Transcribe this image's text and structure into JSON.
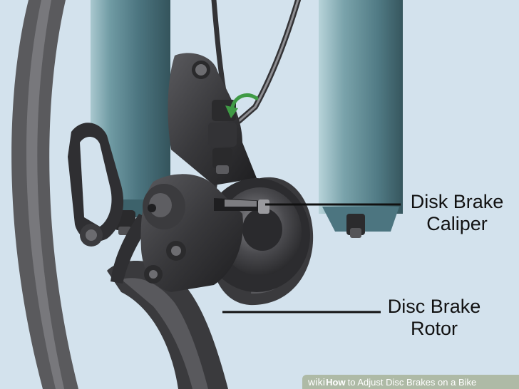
{
  "illustration": {
    "subject": "bicycle-disc-brake",
    "colors": {
      "background": "#d3e2ed",
      "fork": "#5e8a94",
      "metal_dark": "#2e2e30",
      "metal_mid": "#4a4a4d",
      "tire": "#5a5a5d",
      "arrow": "#3f9a45"
    }
  },
  "labels": {
    "caliper": [
      "Disk Brake",
      "Caliper"
    ],
    "rotor": [
      "Disc Brake",
      "Rotor"
    ]
  },
  "watermark": {
    "brand": "wiki",
    "how": "How",
    "title": "to Adjust Disc Brakes on a Bike"
  }
}
